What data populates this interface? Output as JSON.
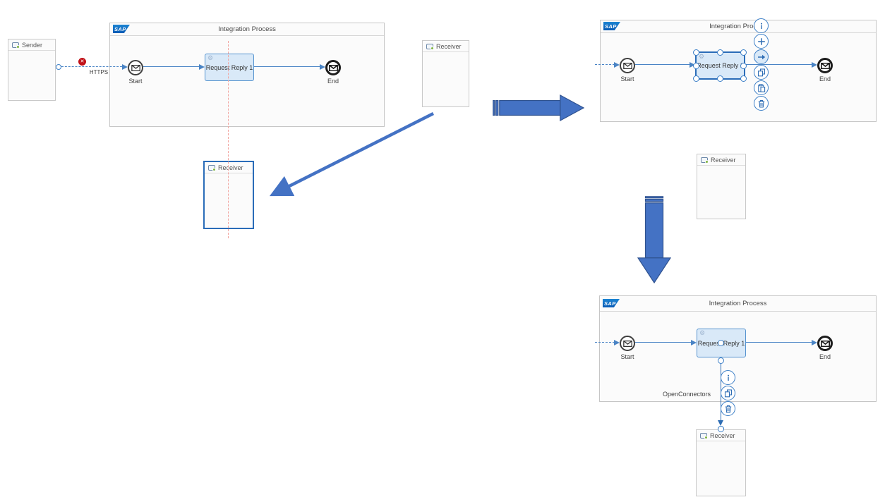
{
  "brand": {
    "logo_text": "SAP"
  },
  "colors": {
    "flow_blue": "#4a84c5",
    "connection_blue": "#2e6db4",
    "step_fill": "#d9e9f8",
    "step_border": "#5693cf",
    "selection_blue": "#2a6cb8",
    "icon_blue": "#3c7fc7",
    "big_arrow_fill": "#4472c4",
    "big_arrow_stroke": "#2f528f",
    "error_red": "#c11218",
    "guide_red": "#f2a49f"
  },
  "diagrams": {
    "d1": {
      "sender_label": "Sender",
      "process_title": "Integration Process",
      "start_label": "Start",
      "step_label": "Request Reply 1",
      "end_label": "End",
      "adapter_label": "HTTPS",
      "error_icon": "error-badge",
      "receiver_top_label": "Receiver",
      "receiver_moved_label": "Receiver"
    },
    "d2": {
      "process_title": "Integration Process",
      "start_label": "Start",
      "step_label": "Request Reply 1",
      "end_label": "End",
      "receiver_label": "Receiver",
      "context_menu_icons": [
        "info-icon",
        "add-icon",
        "connect-arrow-icon",
        "copy-icon",
        "paste-icon",
        "delete-icon"
      ]
    },
    "d3": {
      "process_title": "Integration Process",
      "start_label": "Start",
      "step_label": "Request Reply 1",
      "end_label": "End",
      "connector_label": "OpenConnectors",
      "context_menu_icons": [
        "info-icon",
        "copy-icon",
        "delete-icon"
      ],
      "receiver_label": "Receiver"
    }
  }
}
